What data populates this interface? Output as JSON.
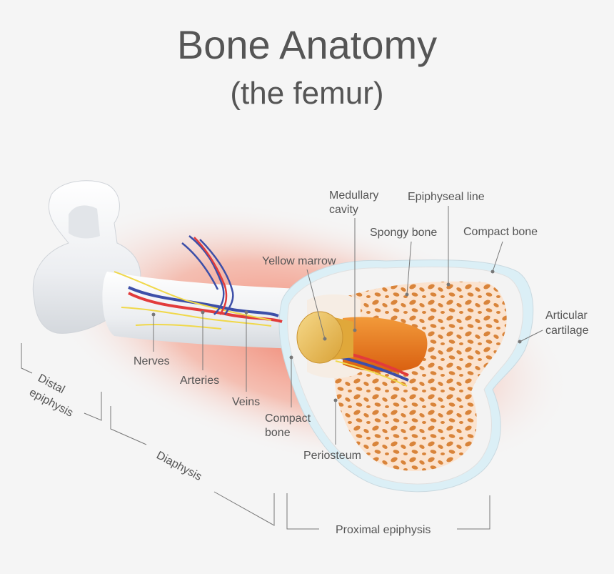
{
  "title": "Bone Anatomy",
  "subtitle": "(the femur)",
  "labels": {
    "medullary_cavity_1": "Medullary",
    "medullary_cavity_2": "cavity",
    "epiphyseal_line": "Epiphyseal line",
    "spongy_bone": "Spongy bone",
    "compact_bone_top": "Compact bone",
    "yellow_marrow": "Yellow marrow",
    "articular_cartilage_1": "Articular",
    "articular_cartilage_2": "cartilage",
    "nerves": "Nerves",
    "arteries": "Arteries",
    "veins": "Veins",
    "compact_bone_lower_1": "Compact",
    "compact_bone_lower_2": "bone",
    "periosteum": "Periosteum",
    "distal_epiphysis_1": "Distal",
    "distal_epiphysis_2": "epiphysis",
    "diaphysis": "Diaphysis",
    "proximal_epiphysis": "Proximal epiphysis"
  },
  "colors": {
    "background": "#f5f5f5",
    "glow": "#f07f6a",
    "bone": "#eef0f2",
    "cartilage": "#d9eef5",
    "spongy_fill": "#fbe3cf",
    "spongy_trabeculae": "#d9843a",
    "marrow": "#e8b84c",
    "medullary": "#e8731a",
    "artery": "#e23b3b",
    "vein": "#3d4fa8",
    "nerve": "#f0d84a",
    "text": "#555555"
  }
}
